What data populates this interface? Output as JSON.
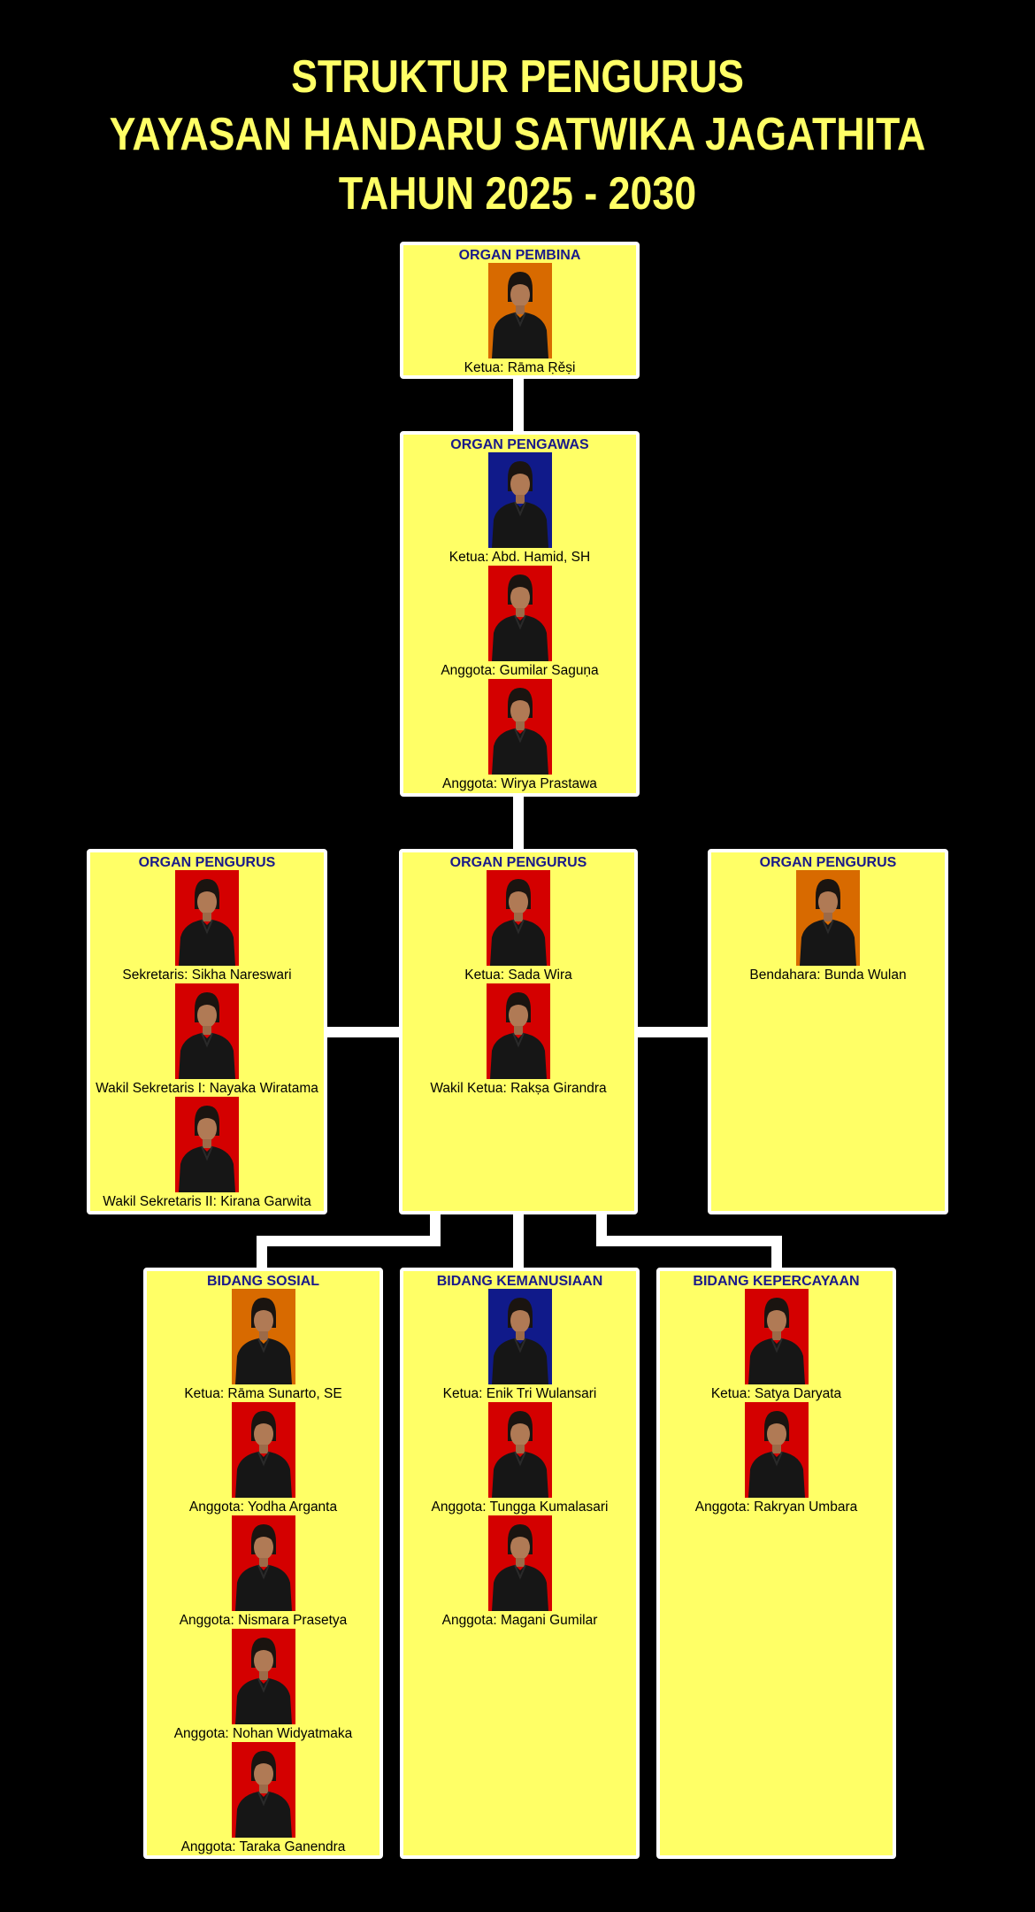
{
  "title": {
    "line1": "STRUKTUR PENGURUS",
    "line2": "YAYASAN HANDARU SATWIKA JAGATHITA",
    "line3": "TAHUN 2025 - 2030"
  },
  "colors": {
    "background": "#000000",
    "title_text": "#ffff66",
    "box_fill": "#ffff66",
    "box_title": "#1a1a8a",
    "connector": "#ffffff",
    "photo_bg_red": "#d40000",
    "photo_bg_orange": "#d86a00",
    "photo_bg_blue": "#101a8a"
  },
  "boxes": {
    "pembina": {
      "title": "ORGAN PEMBINA",
      "members": [
        {
          "caption": "Ketua: Rāma Ṛěṣi",
          "photo_bg": "orange"
        }
      ]
    },
    "pengawas": {
      "title": "ORGAN PENGAWAS",
      "members": [
        {
          "caption": "Ketua: Abd. Hamid, SH",
          "photo_bg": "blue"
        },
        {
          "caption": "Anggota: Gumilar Saguṇa",
          "photo_bg": "red"
        },
        {
          "caption": "Anggota: Wirya Prastawa",
          "photo_bg": "red"
        }
      ]
    },
    "pengurus_left": {
      "title": "ORGAN PENGURUS",
      "members": [
        {
          "caption": "Sekretaris: Sikha Nareswari",
          "photo_bg": "red"
        },
        {
          "caption": "Wakil Sekretaris I: Nayaka Wiratama",
          "photo_bg": "red"
        },
        {
          "caption": "Wakil Sekretaris II: Kirana Garwita",
          "photo_bg": "red"
        }
      ]
    },
    "pengurus_center": {
      "title": "ORGAN PENGURUS",
      "members": [
        {
          "caption": "Ketua:  Sada Wira",
          "photo_bg": "red"
        },
        {
          "caption": "Wakil Ketua: Rakṣa Girandra",
          "photo_bg": "red"
        }
      ]
    },
    "pengurus_right": {
      "title": "ORGAN PENGURUS",
      "members": [
        {
          "caption": "Bendahara:  Bunda Wulan",
          "photo_bg": "orange"
        }
      ]
    },
    "sosial": {
      "title": "BIDANG SOSIAL",
      "members": [
        {
          "caption": "Ketua: Rāma Sunarto, SE",
          "photo_bg": "orange"
        },
        {
          "caption": "Anggota: Yodha Arganta",
          "photo_bg": "red"
        },
        {
          "caption": "Anggota: Nismara Prasetya",
          "photo_bg": "red"
        },
        {
          "caption": "Anggota: Nohan Widyatmaka",
          "photo_bg": "red"
        },
        {
          "caption": "Anggota: Taraka Ganendra",
          "photo_bg": "red"
        }
      ]
    },
    "kemanusiaan": {
      "title": "BIDANG KEMANUSIAAN",
      "members": [
        {
          "caption": "Ketua:  Enik Tri Wulansari",
          "photo_bg": "blue"
        },
        {
          "caption": "Anggota: Tungga Kumalasari",
          "photo_bg": "red"
        },
        {
          "caption": "Anggota: Magani Gumilar",
          "photo_bg": "red"
        }
      ]
    },
    "kepercayaan": {
      "title": "BIDANG KEPERCAYAAN",
      "members": [
        {
          "caption": "Ketua: Satya Daryata",
          "photo_bg": "red"
        },
        {
          "caption": "Anggota: Rakryan Umbara",
          "photo_bg": "red"
        }
      ]
    }
  }
}
